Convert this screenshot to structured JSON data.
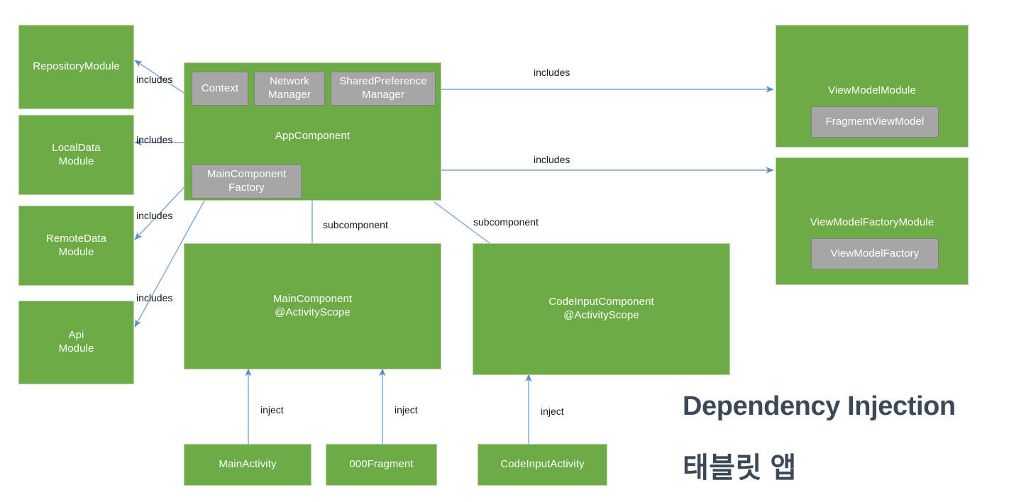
{
  "diagram": {
    "title_line1": "Dependency Injection",
    "title_line2": "태블릿 앱",
    "colors": {
      "node_fill": "#6cab46",
      "node_border": "#b8cfa6",
      "subnode_fill": "#a6a6a6",
      "subnode_border": "#7f7f7f",
      "edge": "#7ba7d7",
      "title_text": "#3c4858",
      "background": "#ffffff"
    },
    "nodes": {
      "repository_module": "RepositoryModule",
      "local_data_module": "LocalData\nModule",
      "remote_data_module": "RemoteData\nModule",
      "api_module": "Api\nModule",
      "app_component": "AppComponent",
      "context": "Context",
      "network_manager": "Network\nManager",
      "shared_preference_manager": "SharedPreference\nManager",
      "main_component_factory": "MainComponent\nFactory",
      "view_model_module": "ViewModelModule",
      "fragment_view_model": "FragmentViewModel",
      "view_model_factory_module": "ViewModelFactoryModule",
      "view_model_factory": "ViewModelFactory",
      "main_component": "MainComponent\n@ActivityScope",
      "code_input_component": "CodeInputComponent\n@ActivityScope",
      "main_activity": "MainActivity",
      "ooo_fragment": "000Fragment",
      "code_input_activity": "CodeInputActivity"
    },
    "edge_labels": {
      "includes_repository": "includes",
      "includes_localdata": "includes",
      "includes_remotedata": "includes",
      "includes_api": "includes",
      "includes_viewmodel": "includes",
      "includes_viewmodelfactory": "includes",
      "subcomponent_main": "subcomponent",
      "subcomponent_codeinput": "subcomponent",
      "inject_main_activity": "inject",
      "inject_ooo_fragment": "inject",
      "inject_code_input_activity": "inject"
    }
  }
}
